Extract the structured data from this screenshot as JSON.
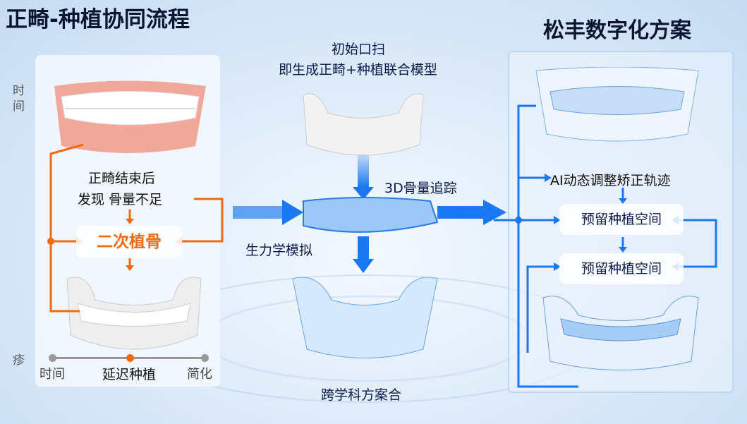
{
  "left": {
    "title": "正畸-种植协同流程",
    "side_top": "时间",
    "side_bottom": "疹",
    "text_line1": "正畸结束后",
    "text_line2": "发现 骨量不足",
    "highlight": "二次植骨",
    "timeline": [
      "时间",
      "延迟种植",
      "简化"
    ]
  },
  "middle": {
    "heading_line1": "初始口扫",
    "heading_line2": "即生成正畸+种植联合模型",
    "label_3d": "3D骨量追踪",
    "label_bio": "生力学模拟",
    "bottom_label": "跨学科方案合"
  },
  "right": {
    "title": "松丰数字化方案",
    "step1": "AI动态调整矫正轨迹",
    "step2": "预留种植空间",
    "step3": "预留种植空间"
  },
  "colors": {
    "orange": "#f26a10",
    "blue": "#1a78f0",
    "dark": "#0b1430"
  }
}
